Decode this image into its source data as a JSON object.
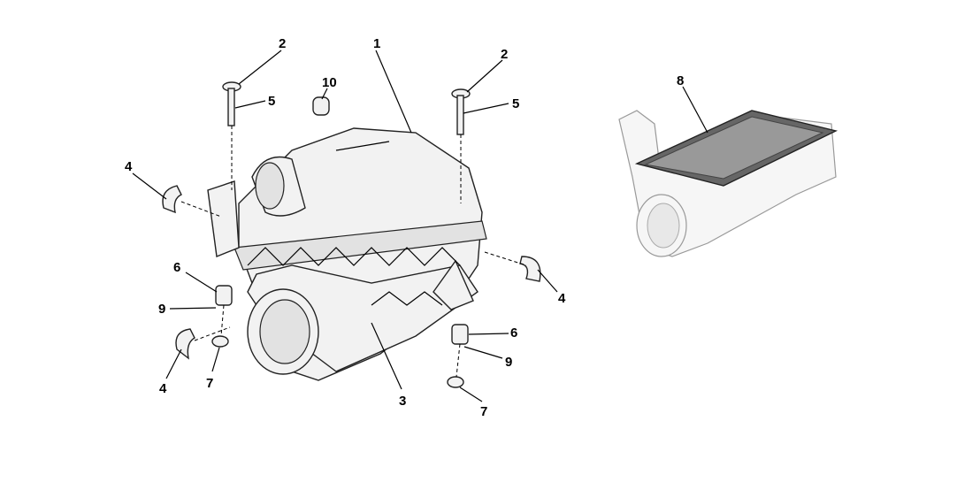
{
  "diagram": {
    "callouts": [
      "1",
      "2",
      "2",
      "5",
      "5",
      "10",
      "8",
      "4",
      "4",
      "4",
      "6",
      "6",
      "9",
      "9",
      "7",
      "7",
      "3"
    ]
  }
}
